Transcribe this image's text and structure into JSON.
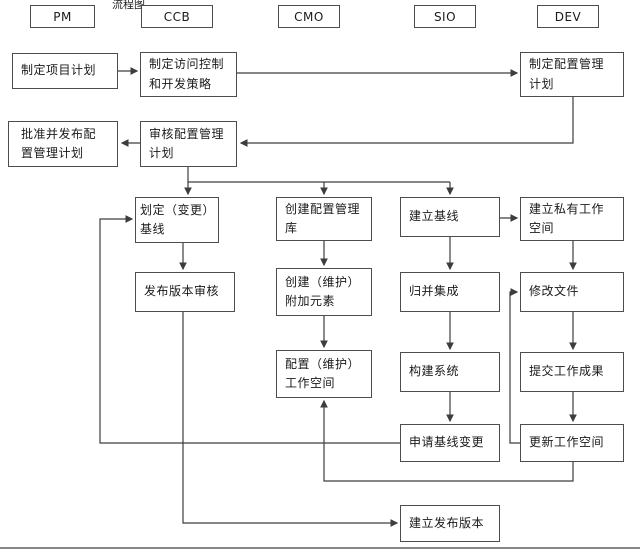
{
  "title": "流程图",
  "lanes": [
    {
      "label": "PM"
    },
    {
      "label": "CCB"
    },
    {
      "label": "CMO"
    },
    {
      "label": "SIO"
    },
    {
      "label": "DEV"
    }
  ],
  "nodes": {
    "make_project_plan": "制定项目计划",
    "make_access_dev_policy": "制定访问控制和开发策略",
    "make_cm_plan": "制定配置管理计划",
    "approve_publish_cm_plan": "批准并发布配置管理计划",
    "review_cm_plan": "审核配置管理计划",
    "define_change_baseline": "划定（变更）基线",
    "release_version_review": "发布版本审核",
    "create_cm_library": "创建配置管理库",
    "create_maintain_extras": "创建（维护）附加元素",
    "config_maintain_workspace": "配置（维护）工作空间",
    "establish_baseline": "建立基线",
    "merge_integrate": "归并集成",
    "build_system": "构建系统",
    "request_baseline_change": "申请基线变更",
    "create_release_version": "建立发布版本",
    "create_private_workspace": "建立私有工作空间",
    "modify_files": "修改文件",
    "submit_work_product": "提交工作成果",
    "update_workspace": "更新工作空间"
  }
}
